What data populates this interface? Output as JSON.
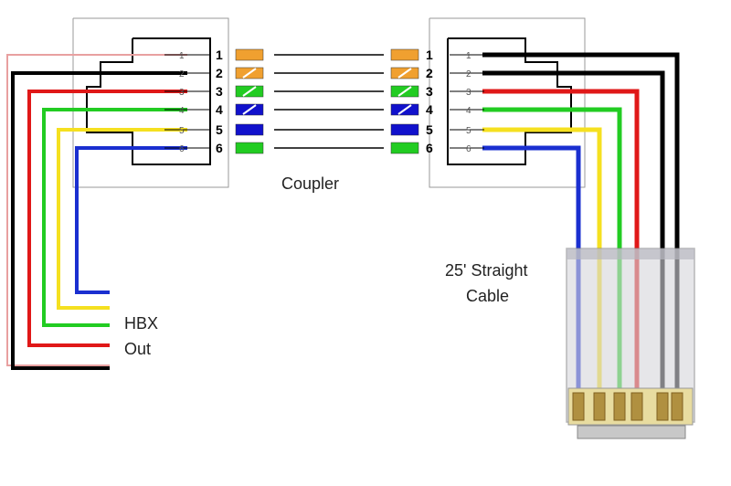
{
  "labels": {
    "coupler": "Coupler",
    "cable_line1": "25' Straight",
    "cable_line2": "Cable",
    "hbx": "HBX",
    "out": "Out"
  },
  "pins": [
    {
      "num": "1",
      "wire_color": "#f0a030",
      "striped": false,
      "left_wire": "#e8a0a0"
    },
    {
      "num": "2",
      "wire_color": "#f0a030",
      "striped": true,
      "left_wire": "#000000"
    },
    {
      "num": "3",
      "wire_color": "#22cc22",
      "striped": true,
      "left_wire": "#e01818"
    },
    {
      "num": "4",
      "wire_color": "#1111cc",
      "striped": true,
      "left_wire": "#22cc22"
    },
    {
      "num": "5",
      "wire_color": "#1111cc",
      "striped": false,
      "left_wire": "#f5e020"
    },
    {
      "num": "6",
      "wire_color": "#22cc22",
      "striped": false,
      "left_wire": "#1a2fd0"
    }
  ],
  "right_wires": [
    "#000000",
    "#000000",
    "#e01818",
    "#22cc22",
    "#f5e020",
    "#1a2fd0"
  ],
  "colors": {
    "black": "#000000",
    "red": "#e01818",
    "green": "#22aa22",
    "yellow": "#f5e020",
    "blue": "#1a2fd0",
    "pink": "#e8a0a0",
    "orange": "#f0a030"
  }
}
